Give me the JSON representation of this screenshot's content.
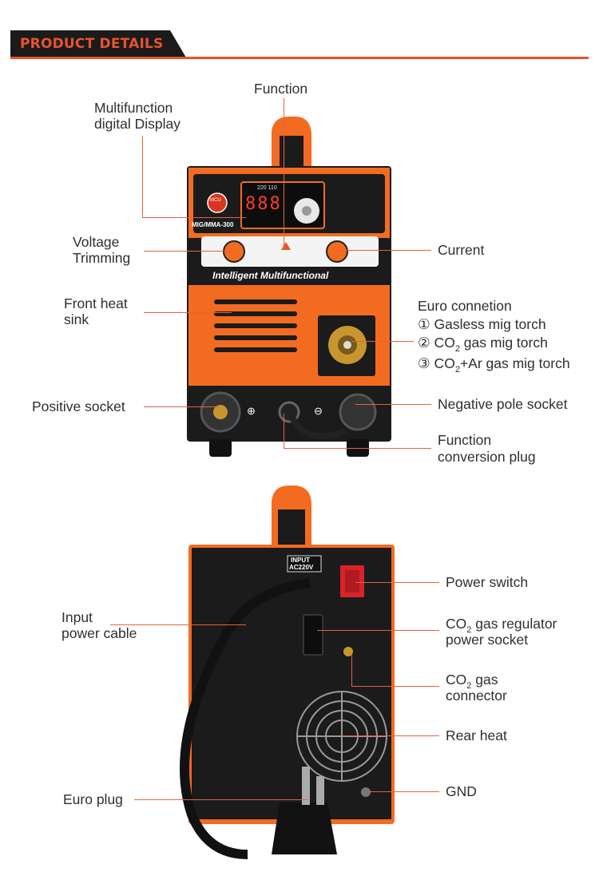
{
  "banner": {
    "title": "PRODUCT DETAILS",
    "color": "#e8542a"
  },
  "front": {
    "model": "MIG/MMA-300",
    "display_digits": "888",
    "display_top": "220  110",
    "strip_text": "Intelligent Multifunctional",
    "mcu": "MCU",
    "plus_symbol": "⊕",
    "minus_symbol": "⊖",
    "labels": {
      "function": "Function",
      "display_l1": "Multifunction",
      "display_l2": "digital Display",
      "voltage_l1": "Voltage",
      "voltage_l2": "Trimming",
      "current": "Current",
      "heatsink_l1": "Front heat",
      "heatsink_l2": "sink",
      "euro_title": "Euro connetion",
      "euro_1": "① Gasless mig torch",
      "euro_2_pre": "② CO",
      "euro_2_sub": "2",
      "euro_2_post": " gas mig torch",
      "euro_3_pre": "③ CO",
      "euro_3_sub": "2",
      "euro_3_post": "+Ar gas mig torch",
      "positive": "Positive socket",
      "negative": "Negative pole socket",
      "conv_l1": "Function",
      "conv_l2": "conversion plug"
    }
  },
  "back": {
    "input_badge_l1": "INPUT",
    "input_badge_l2": "AC220V",
    "labels": {
      "power_switch": "Power switch",
      "input_l1": "Input",
      "input_l2": "power cable",
      "reg_l1_pre": "CO",
      "reg_l1_sub": "2",
      "reg_l1_post": " gas regulator",
      "reg_l2": "power socket",
      "gas_l1_pre": "CO",
      "gas_l1_sub": "2",
      "gas_l1_post": " gas",
      "gas_l2": "connector",
      "rear_heat": "Rear heat",
      "gnd": "GND",
      "euro_plug": "Euro plug"
    }
  },
  "colors": {
    "accent": "#e8542a",
    "machine_orange": "#f36b21",
    "machine_black": "#1b1b1b",
    "leader": "#e0653d"
  }
}
